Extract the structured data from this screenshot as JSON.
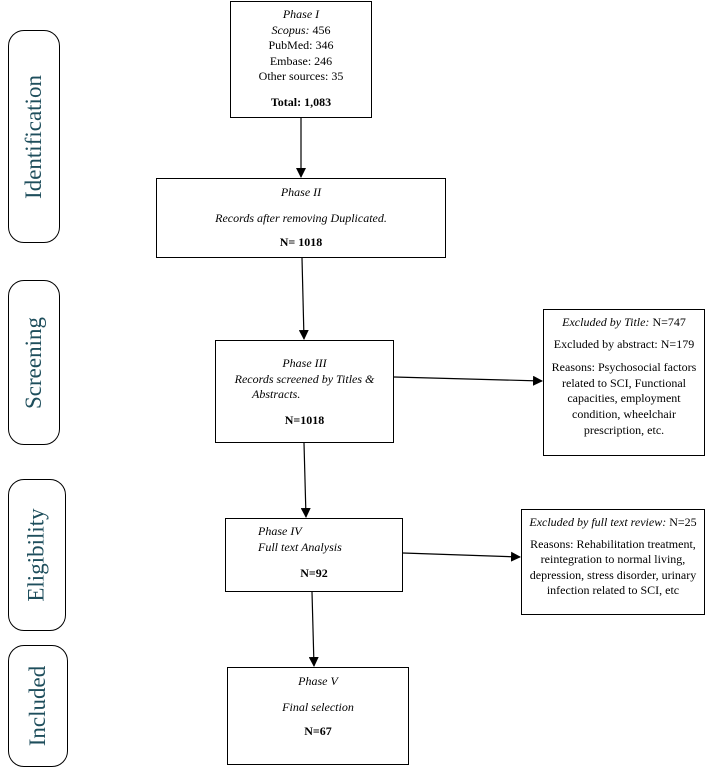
{
  "stages": {
    "identification": "Identification",
    "screening": "Screening",
    "eligibility": "Eligibility",
    "included": "Included"
  },
  "phase1": {
    "title": "Phase I",
    "scopus_label": "Scopus:",
    "scopus_value": "456",
    "pubmed": "PubMed: 346",
    "embase": "Embase: 246",
    "other": "Other sources: 35",
    "total": "Total: 1,083"
  },
  "phase2": {
    "title": "Phase II",
    "desc": "Records after removing Duplicated.",
    "n": "N= 1018"
  },
  "phase3": {
    "title": "Phase III",
    "desc1": "Records screened by Titles &",
    "desc2": "Abstracts.",
    "n": "N=1018"
  },
  "phase4": {
    "title": "Phase IV",
    "desc": "Full text Analysis",
    "n": "N=92"
  },
  "phase5": {
    "title": "Phase V",
    "desc": "Final selection",
    "n": "N=67"
  },
  "excluded1": {
    "title_label": "Excluded by Title:",
    "title_value": "N=747",
    "abstract": "Excluded by abstract: N=179",
    "reasons": "Reasons: Psychosocial factors related to SCI, Functional capacities, employment condition, wheelchair prescription, etc."
  },
  "excluded2": {
    "label": "Excluded by full text review:",
    "value": "N=25",
    "reasons": "Reasons: Rehabilitation treatment, reintegration to normal living, depression, stress disorder, urinary infection related to SCI, etc"
  }
}
